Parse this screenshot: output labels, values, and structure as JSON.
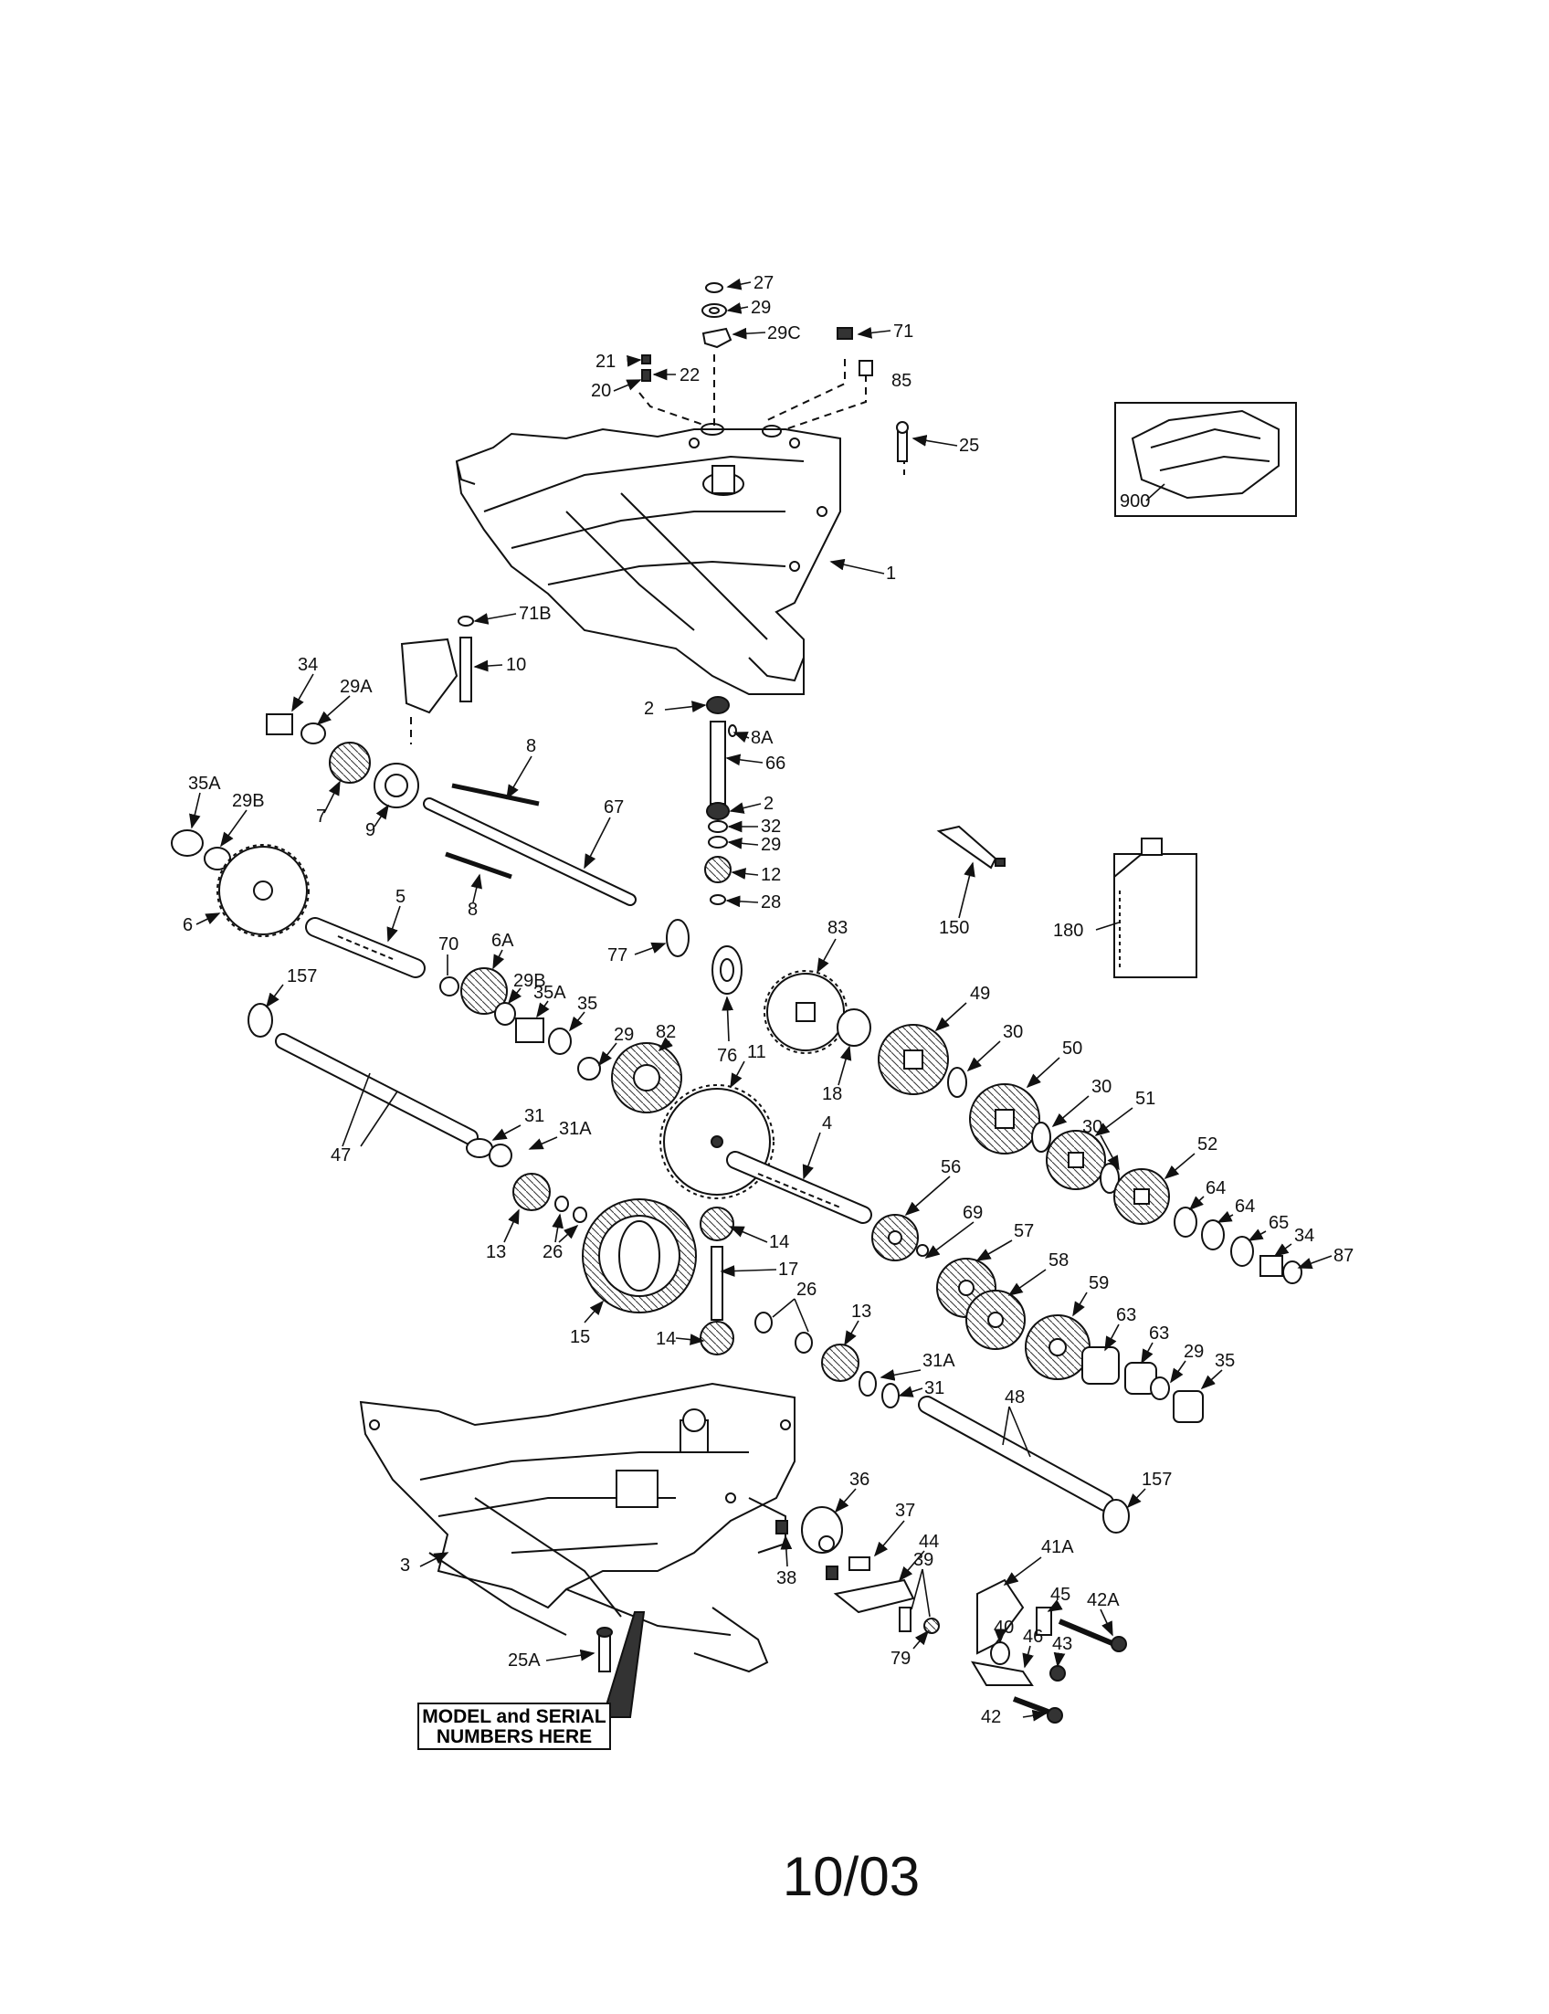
{
  "labels": {
    "p27": "27",
    "p29a_top": "29",
    "p29c": "29C",
    "p71": "71",
    "p21": "21",
    "p22": "22",
    "p20": "20",
    "p85": "85",
    "p25": "25",
    "p1": "1",
    "p900": "900",
    "p71b": "71B",
    "p10": "10",
    "p34_left": "34",
    "p29a": "29A",
    "p7": "7",
    "p9": "9",
    "p35a_left": "35A",
    "p29b_left": "29B",
    "p6": "6",
    "p8_top": "8",
    "p8_bottom": "8",
    "p67": "67",
    "p5": "5",
    "p2_top": "2",
    "p8a": "8A",
    "p66": "66",
    "p2_mid": "2",
    "p32": "32",
    "p29_mid": "29",
    "p12": "12",
    "p28": "28",
    "p150": "150",
    "p180": "180",
    "p77": "77",
    "p76": "76",
    "p83": "83",
    "p70": "70",
    "p6a": "6A",
    "p29b_mid": "29B",
    "p35a_mid": "35A",
    "p35_mid": "35",
    "p29_mid2": "29",
    "p82": "82",
    "p157_left": "157",
    "p18": "18",
    "p49": "49",
    "p30_a": "30",
    "p50": "50",
    "p30_b": "30",
    "p51": "51",
    "p30_c": "30",
    "p52": "52",
    "p64_a": "64",
    "p64_b": "64",
    "p65": "65",
    "p34_right": "34",
    "p87": "87",
    "p11": "11",
    "p4": "4",
    "p56": "56",
    "p69": "69",
    "p57": "57",
    "p58": "58",
    "p59": "59",
    "p47": "47",
    "p31_top": "31",
    "p31a_top": "31A",
    "p13_left": "13",
    "p26_left": "26",
    "p14_top": "14",
    "p17": "17",
    "p26_right": "26",
    "p13_right": "13",
    "p31a_bottom": "31A",
    "p31_bottom": "31",
    "p14_bottom": "14",
    "p15": "15",
    "p63_a": "63",
    "p63_b": "63",
    "p29_right": "29",
    "p35_right": "35",
    "p48": "48",
    "p157_right": "157",
    "p36": "36",
    "p37": "37",
    "p44": "44",
    "p39": "39",
    "p38": "38",
    "p41a": "41A",
    "p45": "45",
    "p42a": "42A",
    "p40": "40",
    "p46": "46",
    "p43": "43",
    "p79": "79",
    "p42": "42",
    "p3": "3",
    "p25a": "25A"
  },
  "model_box": {
    "line1": "MODEL and SERIAL",
    "line2": "NUMBERS HERE"
  },
  "footer": {
    "code": "10/03"
  }
}
